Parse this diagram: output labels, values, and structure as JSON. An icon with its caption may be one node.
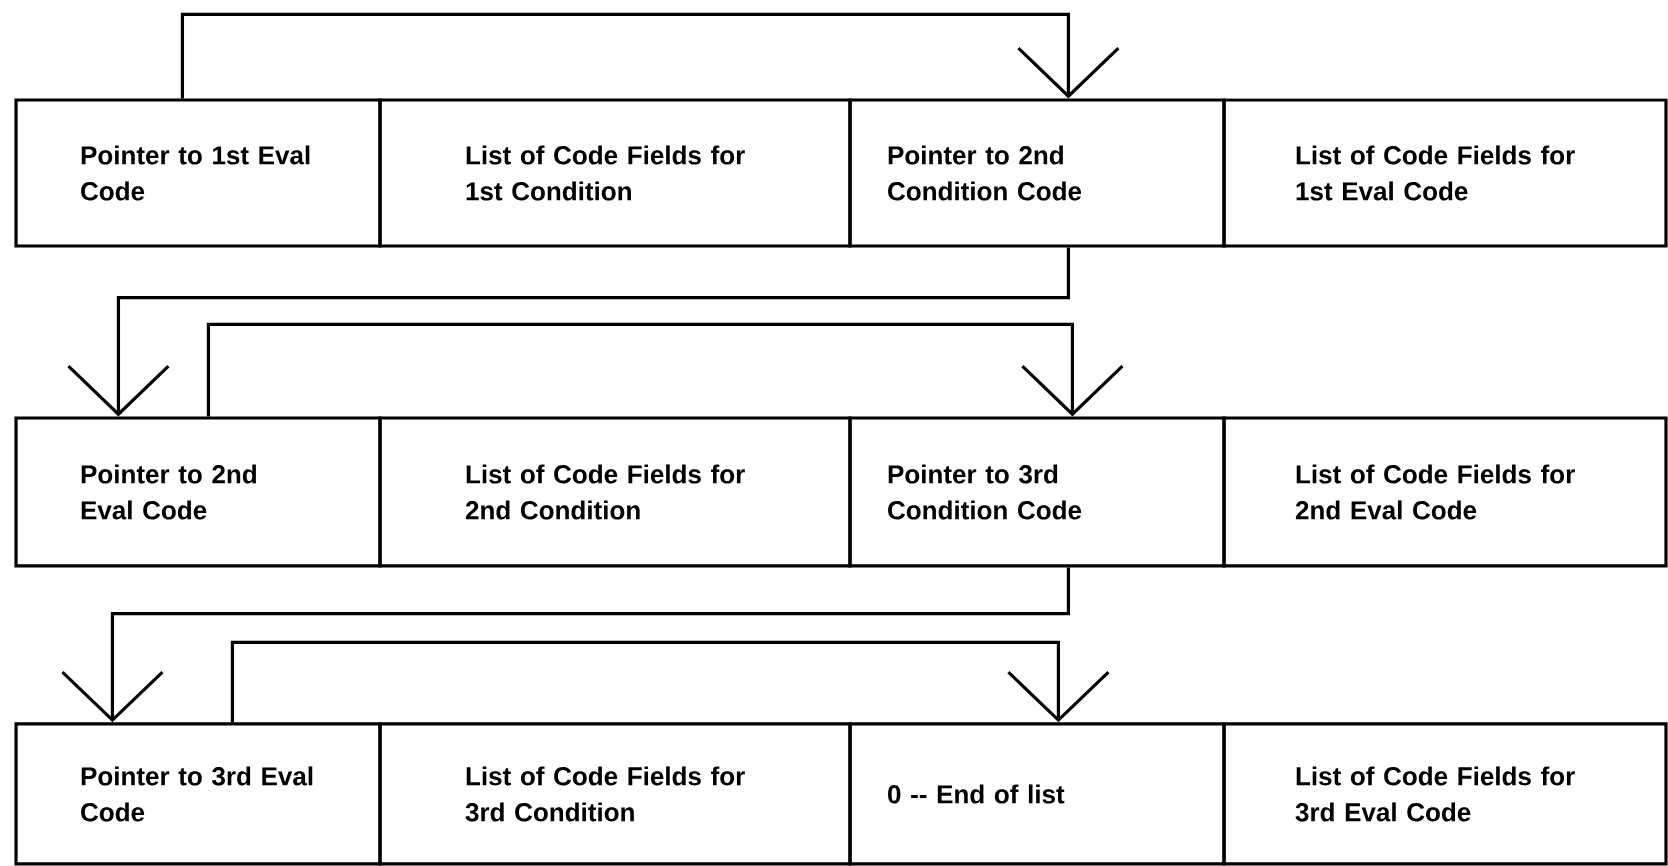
{
  "diagram": {
    "nodes": [
      {
        "text": [
          "Pointer to 1st Eval Code"
        ]
      },
      {
        "text": [
          "List of Code Fields for 1st Condition"
        ]
      },
      {
        "text": [
          "Pointer to 2nd Condition Code"
        ]
      },
      {
        "text": [
          "List of Code Fields for 1st Eval Code"
        ]
      },
      {
        "text": [
          "Pointer to 2nd Eval Code"
        ]
      },
      {
        "text": [
          "List of Code Fields for 2nd Condition"
        ]
      },
      {
        "text": [
          "Pointer to 3rd Condition Code"
        ]
      },
      {
        "text": [
          "List of Code Fields for 2nd Eval Code"
        ]
      },
      {
        "text": [
          "Pointer to 3rd Eval Code"
        ]
      },
      {
        "text": [
          "List of Code Fields for 3rd Condition"
        ]
      },
      {
        "text": [
          "0 -- End of list"
        ]
      },
      {
        "text": [
          "List of Code Fields for 3rd Eval Code"
        ]
      }
    ],
    "edges": [
      {
        "from": 0,
        "to": 2,
        "arrow": "to"
      },
      {
        "from": 2,
        "to": 4,
        "arrow": "to"
      },
      {
        "from": 4,
        "to": 6,
        "arrow": "to"
      },
      {
        "from": 6,
        "to": 8,
        "arrow": "to"
      },
      {
        "from": 8,
        "to": 10,
        "arrow": "to"
      }
    ]
  }
}
